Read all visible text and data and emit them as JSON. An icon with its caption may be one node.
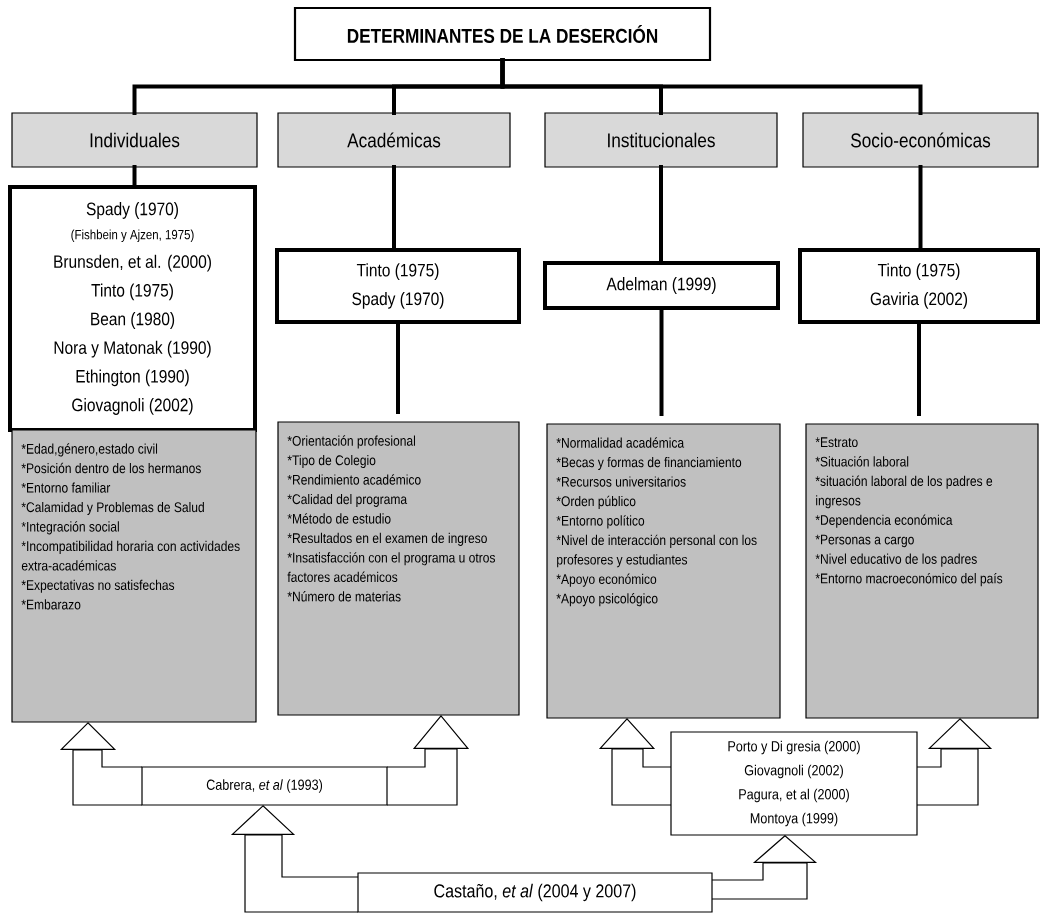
{
  "diagram": {
    "nodes": [
      {
        "text": [
          "DETERMINANTES DE LA DESERCIÓN"
        ]
      },
      {
        "text": [
          "Individuales"
        ]
      },
      {
        "text": [
          "Académicas"
        ]
      },
      {
        "text": [
          "Institucionales"
        ]
      },
      {
        "text": [
          "Socio-económicas"
        ]
      },
      {
        "text": [
          "Spady (1970)",
          "(Fishbein y Ajzen, 1975)",
          "Brunsden, et al. (2000)",
          "Tinto (1975)",
          "Bean (1980)",
          "Nora y Matonak (1990)",
          "Ethington (1990)",
          "Giovagnoli (2002)"
        ]
      },
      {
        "text": [
          "Tinto (1975)",
          "Spady (1970)"
        ]
      },
      {
        "text": [
          "Adelman (1999)"
        ]
      },
      {
        "text": [
          "Tinto (1975)",
          "Gaviria (2002)"
        ]
      },
      {
        "text": [
          "*Edad,género,estado civil",
          "*Posición dentro de los hermanos",
          "*Entorno familiar",
          "*Calamidad y Problemas de Salud",
          "*Integración social",
          "*Incompatibilidad horaria con actividades extra-académicas",
          "*Expectativas no satisfechas",
          "*Embarazo"
        ]
      },
      {
        "text": [
          "*Orientación profesional",
          "*Tipo de Colegio",
          "*Rendimiento académico",
          "*Calidad del programa",
          "*Método de estudio",
          "*Resultados en el examen de ingreso",
          "*Insatisfacción con el programa u otros factores académicos",
          "*Número de materias"
        ]
      },
      {
        "text": [
          "*Normalidad académica",
          "*Becas y formas de financiamiento",
          "*Recursos universitarios",
          "*Orden público",
          "*Entorno político",
          "*Nivel de interacción personal con los profesores y estudiantes",
          "*Apoyo económico",
          "*Apoyo psicológico"
        ]
      },
      {
        "text": [
          "*Estrato",
          "*Situación laboral",
          "*situación laboral de los padres e ingresos",
          "*Dependencia económica",
          "*Personas a cargo",
          "*Nivel educativo de los padres",
          "*Entorno macroeconómico del país"
        ]
      },
      {
        "text": [
          "Cabrera, *et al* (1993)"
        ]
      },
      {
        "text": [
          "Porto y Di gresia (2000)",
          "Giovagnoli (2002)",
          "Pagura, et al (2000)",
          "Montoya (1999)"
        ]
      },
      {
        "text": [
          "Castaño, *et al* (2004 y 2007)"
        ]
      }
    ],
    "edges": [
      {
        "from": 0,
        "to": 1,
        "arrow": "none"
      },
      {
        "from": 0,
        "to": 2,
        "arrow": "none"
      },
      {
        "from": 0,
        "to": 3,
        "arrow": "none"
      },
      {
        "from": 0,
        "to": 4,
        "arrow": "none"
      },
      {
        "from": 1,
        "to": 5,
        "arrow": "none"
      },
      {
        "from": 2,
        "to": 6,
        "arrow": "none"
      },
      {
        "from": 3,
        "to": 7,
        "arrow": "none"
      },
      {
        "from": 4,
        "to": 8,
        "arrow": "none"
      },
      {
        "from": 6,
        "to": 10,
        "arrow": "none"
      },
      {
        "from": 7,
        "to": 11,
        "arrow": "none"
      },
      {
        "from": 8,
        "to": 12,
        "arrow": "none"
      },
      {
        "from": 13,
        "to": 9,
        "arrow": "to"
      },
      {
        "from": 13,
        "to": 10,
        "arrow": "to"
      },
      {
        "from": 14,
        "to": 11,
        "arrow": "to"
      },
      {
        "from": 14,
        "to": 12,
        "arrow": "to"
      },
      {
        "from": 15,
        "to": 13,
        "arrow": "to"
      },
      {
        "from": 15,
        "to": 14,
        "arrow": "to"
      }
    ]
  }
}
